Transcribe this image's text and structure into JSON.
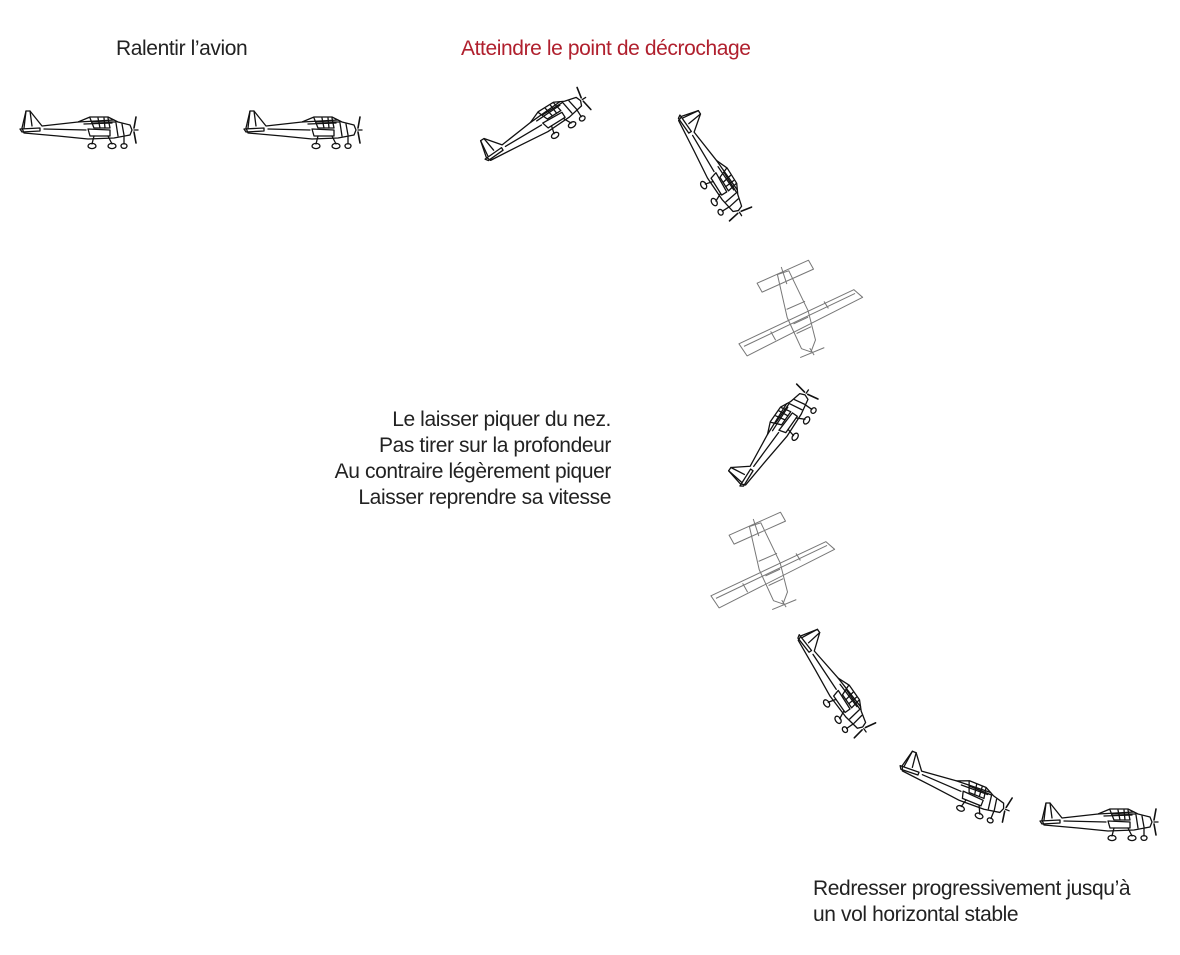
{
  "labels": {
    "slow_down": "Ralentir l’avion",
    "stall_point": "Atteindre le point de décrochage",
    "nose_down": [
      "Le laisser piquer du nez.",
      "Pas tirer sur la profondeur",
      "Au contraire légèrement piquer",
      "Laisser reprendre sa vitesse"
    ],
    "recover": [
      "Redresser progressivement jusqu’à",
      "un vol horizontal stable"
    ]
  },
  "colors": {
    "text": "#222222",
    "accent": "#b0202e",
    "line_side": "#111111",
    "line_top": "#777777"
  },
  "icons": {
    "side_view": "airplane-side-view-icon",
    "top_view": "airplane-top-view-icon"
  }
}
